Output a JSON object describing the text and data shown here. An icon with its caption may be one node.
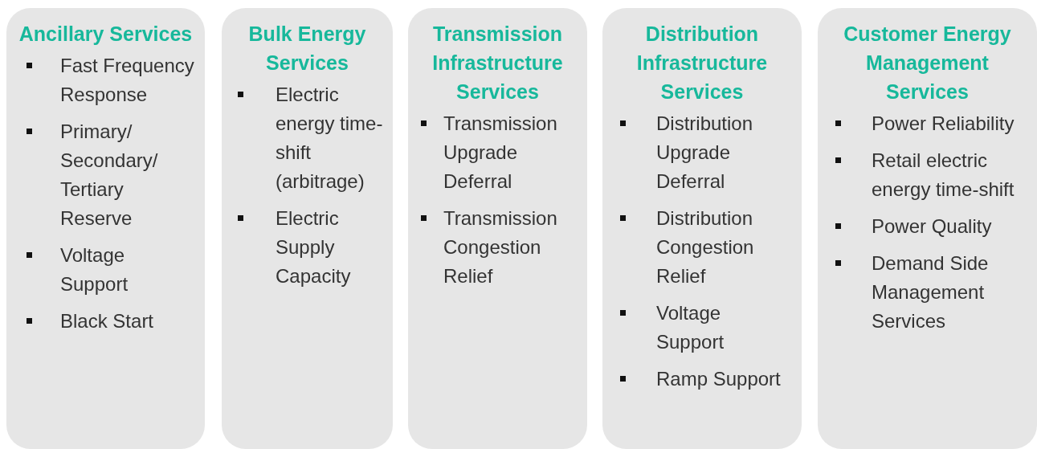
{
  "diagram": {
    "nodes": [
      {
        "text": [
          "Ancillary Services",
          "Fast Frequency Response",
          "Primary/ Secondary/ Tertiary Reserve",
          "Voltage Support",
          "Black Start"
        ]
      },
      {
        "text": [
          "Bulk Energy Services",
          "Electric energy time-shift (arbitrage)",
          "Electric Supply Capacity"
        ]
      },
      {
        "text": [
          "Transmission Infrastructure Services",
          "Transmission Upgrade Deferral",
          "Transmission Congestion Relief"
        ]
      },
      {
        "text": [
          "Distribution Infrastructure Services",
          "Distribution Upgrade Deferral",
          "Distribution Congestion Relief",
          "Voltage Support",
          "Ramp Support"
        ]
      },
      {
        "text": [
          "Customer Energy Management Services",
          "Power Reliability",
          "Retail electric energy time-shift",
          "Power Quality",
          "Demand Side Management Services"
        ]
      }
    ],
    "edges": []
  }
}
